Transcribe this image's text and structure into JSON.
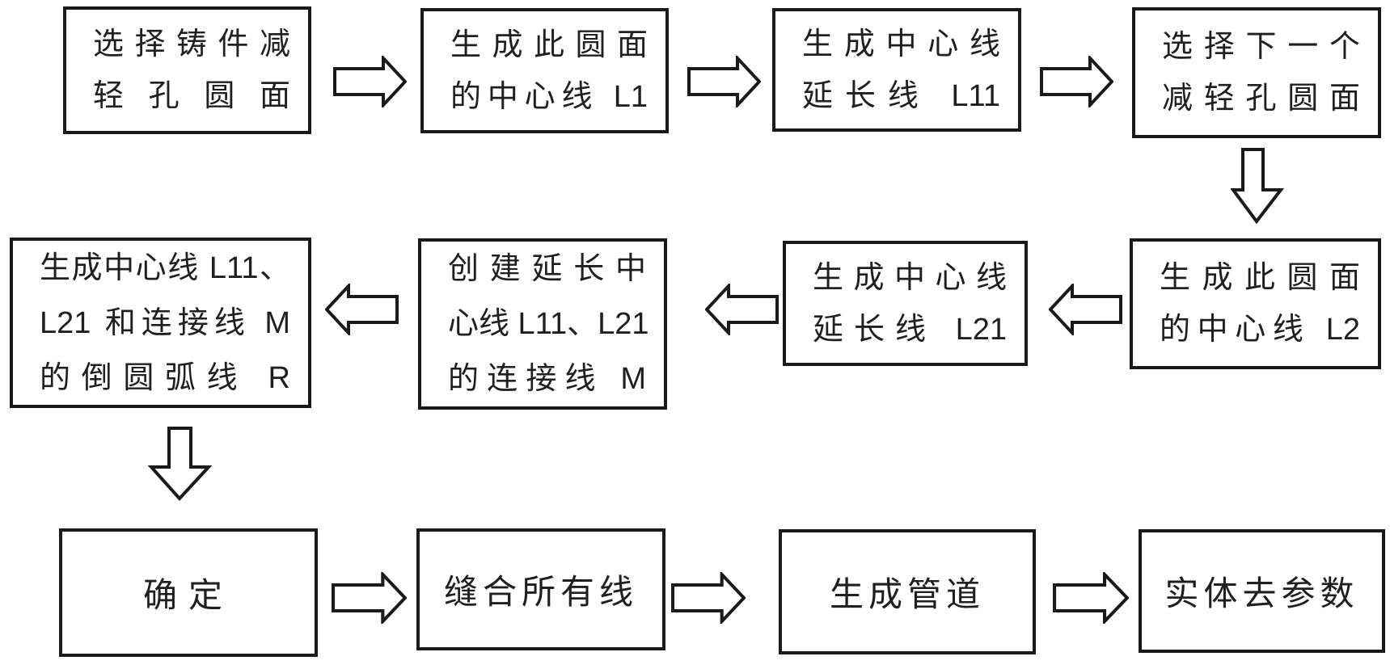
{
  "flow": {
    "colors": {
      "background": "#ffffff",
      "box_border": "#1a1a1a",
      "text": "#1f1f1f",
      "arrow_outline": "#1a1a1a",
      "arrow_fill": "#ffffff"
    },
    "steps": [
      {
        "id": "select-lightening-hole-face",
        "lines": [
          "选择铸件减",
          "轻孔圆面"
        ]
      },
      {
        "id": "generate-centerline-l1",
        "lines": [
          "生成此圆面",
          "的中心线 L1"
        ]
      },
      {
        "id": "generate-extension-l11",
        "lines": [
          "生成中心线",
          "延长线 L11"
        ]
      },
      {
        "id": "select-next-hole-face",
        "lines": [
          "选择下一个",
          "减轻孔圆面"
        ]
      },
      {
        "id": "generate-centerline-l2",
        "lines": [
          "生成此圆面",
          "的中心线 L2"
        ]
      },
      {
        "id": "generate-extension-l21",
        "lines": [
          "生成中心线",
          "延长线 L21"
        ]
      },
      {
        "id": "create-connecting-line-m",
        "lines": [
          "创建延长中",
          "心线 L11、L21",
          "的连接线 M"
        ]
      },
      {
        "id": "generate-fillet-arc-r",
        "lines": [
          "生成中心线 L11、",
          "L21 和连接线 M",
          "的倒圆弧线 R"
        ]
      },
      {
        "id": "confirm",
        "lines": [
          "确定"
        ]
      },
      {
        "id": "sew-all-lines",
        "lines": [
          "缝合所有线"
        ]
      },
      {
        "id": "generate-pipe",
        "lines": [
          "生成管道"
        ]
      },
      {
        "id": "solid-remove-parameters",
        "lines": [
          "实体去参数"
        ]
      }
    ],
    "connections": [
      {
        "from": "select-lightening-hole-face",
        "to": "generate-centerline-l1",
        "direction": "right"
      },
      {
        "from": "generate-centerline-l1",
        "to": "generate-extension-l11",
        "direction": "right"
      },
      {
        "from": "generate-extension-l11",
        "to": "select-next-hole-face",
        "direction": "right"
      },
      {
        "from": "select-next-hole-face",
        "to": "generate-centerline-l2",
        "direction": "down"
      },
      {
        "from": "generate-centerline-l2",
        "to": "generate-extension-l21",
        "direction": "left"
      },
      {
        "from": "generate-extension-l21",
        "to": "create-connecting-line-m",
        "direction": "left"
      },
      {
        "from": "create-connecting-line-m",
        "to": "generate-fillet-arc-r",
        "direction": "left"
      },
      {
        "from": "generate-fillet-arc-r",
        "to": "confirm",
        "direction": "down"
      },
      {
        "from": "confirm",
        "to": "sew-all-lines",
        "direction": "right"
      },
      {
        "from": "sew-all-lines",
        "to": "generate-pipe",
        "direction": "right"
      },
      {
        "from": "generate-pipe",
        "to": "solid-remove-parameters",
        "direction": "right"
      }
    ]
  }
}
